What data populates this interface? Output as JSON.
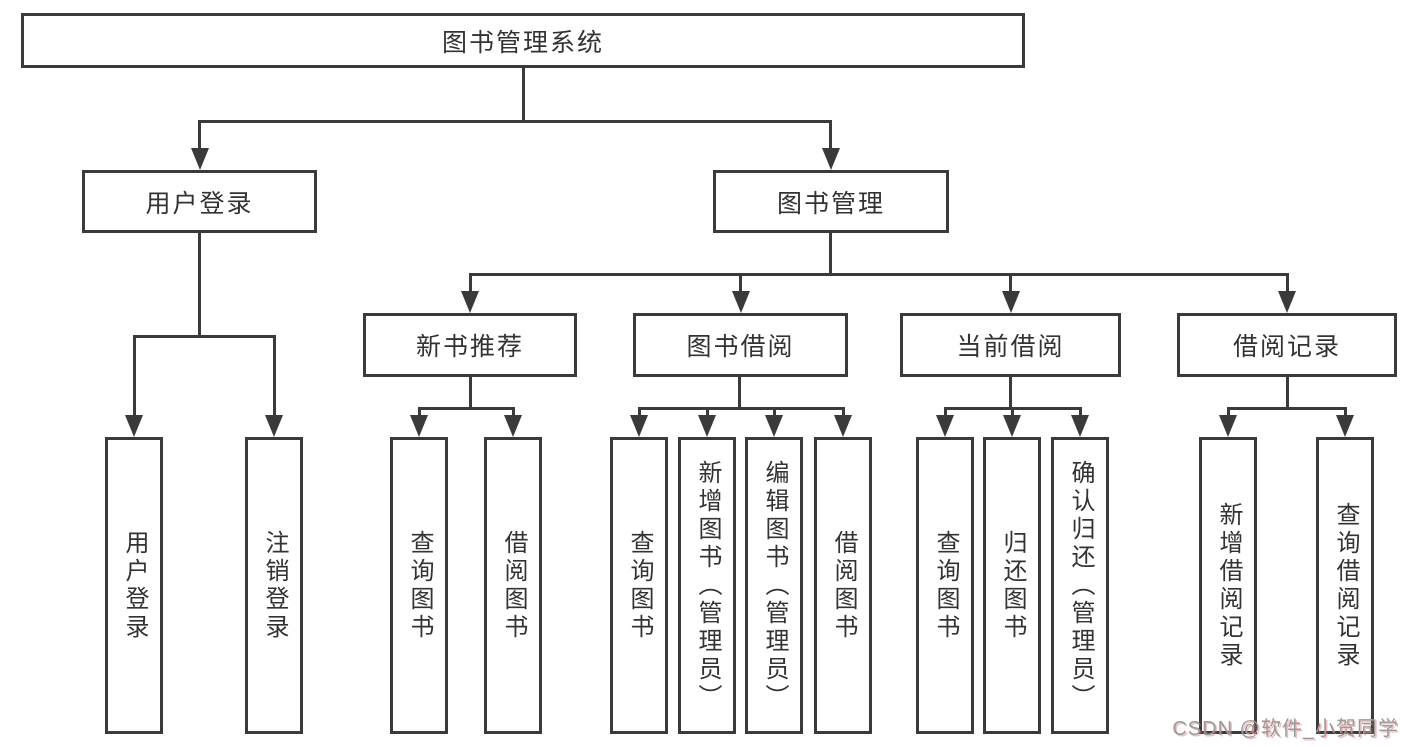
{
  "tree": {
    "root": {
      "label": "图书管理系统",
      "children": [
        {
          "label": "用户登录",
          "children": [
            {
              "label": "用户登录"
            },
            {
              "label": "注销登录"
            }
          ]
        },
        {
          "label": "图书管理",
          "children": [
            {
              "label": "新书推荐",
              "children": [
                {
                  "label": "查询图书"
                },
                {
                  "label": "借阅图书"
                }
              ]
            },
            {
              "label": "图书借阅",
              "children": [
                {
                  "label": "查询图书"
                },
                {
                  "label": "新增图书（管理员）"
                },
                {
                  "label": "编辑图书（管理员）"
                },
                {
                  "label": "借阅图书"
                }
              ]
            },
            {
              "label": "当前借阅",
              "children": [
                {
                  "label": "查询图书"
                },
                {
                  "label": "归还图书"
                },
                {
                  "label": "确认归还（管理员）"
                }
              ]
            },
            {
              "label": "借阅记录",
              "children": [
                {
                  "label": "新增借阅记录"
                },
                {
                  "label": "查询借阅记录"
                }
              ]
            }
          ]
        }
      ]
    }
  },
  "watermark": {
    "text": "CSDN @软件_小贺同学"
  },
  "colors": {
    "line": "#3a3a3a",
    "text": "#333333",
    "background": "#ffffff",
    "watermark": "#9a9a9a"
  }
}
